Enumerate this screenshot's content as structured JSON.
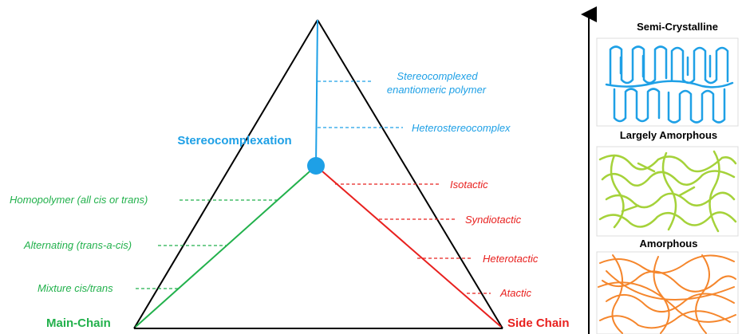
{
  "apex_label": "Stereocomplexation",
  "corner_left": "Main-Chain",
  "corner_right": "Side Chain",
  "stereo_labels": [
    "Stereocomplexed",
    "enantiomeric polymer",
    "Heterostereocomplex"
  ],
  "main_chain_labels": [
    "Homopolymer (all cis or trans)",
    "Alternating (trans-a-cis)",
    "Mixture cis/trans"
  ],
  "side_chain_labels": [
    "Isotactic",
    "Syndiotactic",
    "Heterotactic",
    "Atactic"
  ],
  "morphology": {
    "semi_crystalline": "Semi-Crystalline",
    "largely_amorphous": "Largely Amorphous",
    "amorphous": "Amorphous"
  },
  "colors": {
    "stereo": "#1ea0e6",
    "main_chain": "#22b14c",
    "side_chain": "#e8211f",
    "largely_amorphous_chain": "#a5d23a",
    "amorphous_chain": "#f5862c",
    "outline": "#000000"
  }
}
